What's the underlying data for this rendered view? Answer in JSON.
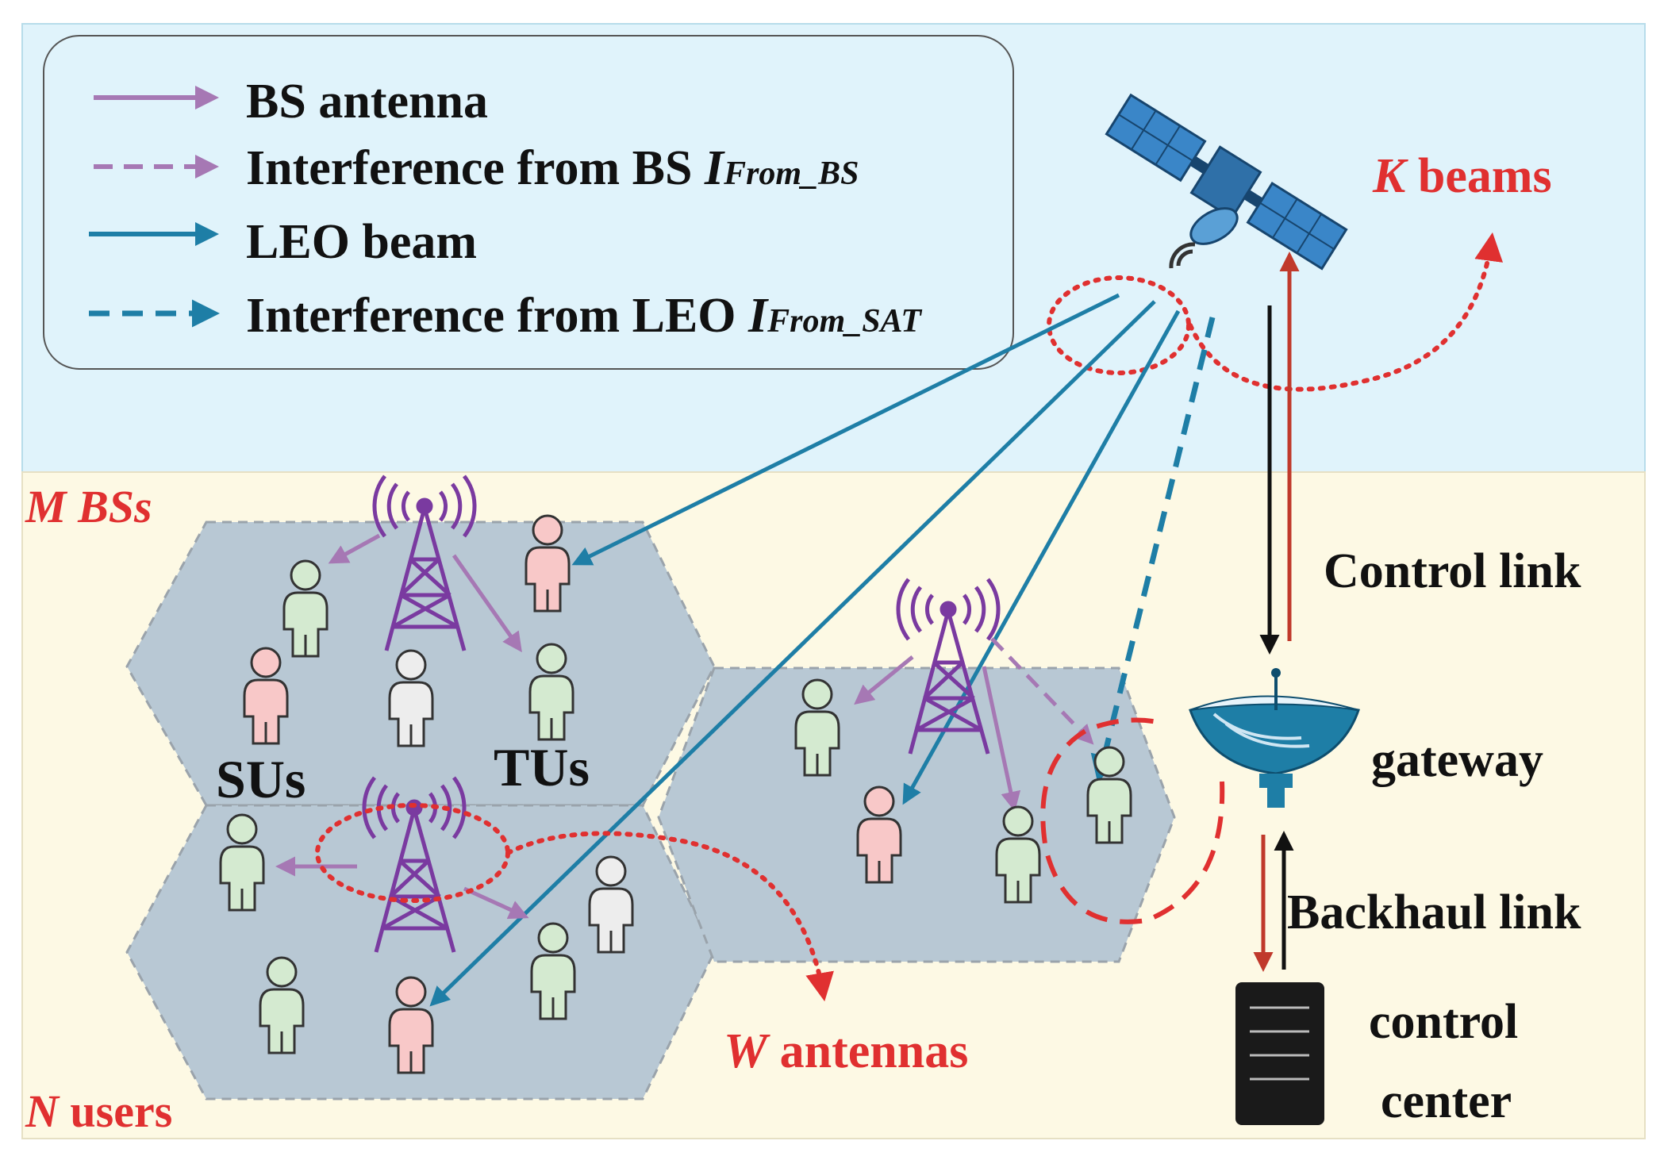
{
  "legend": {
    "bs_antenna": "BS antenna",
    "interference_bs": "Interference from BS ",
    "interference_bs_sym": "I",
    "interference_bs_sub": "From_BS",
    "leo_beam": "LEO beam",
    "interference_leo": "Interference from LEO ",
    "interference_leo_sym": "I",
    "interference_leo_sub": "From_SAT"
  },
  "labels": {
    "k_var": "K",
    "k_text": " beams",
    "m_var": "M",
    "m_text": " BSs",
    "n_var": "N",
    "n_text": " users",
    "w_var": "W",
    "w_text": " antennas",
    "sus": "SUs",
    "tus": "TUs",
    "control_link": "Control link",
    "gateway": "gateway",
    "backhaul_link": "Backhaul link",
    "control_center_1": "control",
    "control_center_2": "center"
  },
  "colors": {
    "sky": "#e0f3fb",
    "ground": "#fdf9e4",
    "cell": "#b8c8d4",
    "bs_purple": "#a678b4",
    "tower_purple": "#7a3aa0",
    "leo_blue": "#1e7ea6",
    "red": "#e03030",
    "user_green": "#d4ead0",
    "user_pink": "#f8c8c8",
    "user_white": "#ededed",
    "satellite_blue": "#3a86c8"
  }
}
